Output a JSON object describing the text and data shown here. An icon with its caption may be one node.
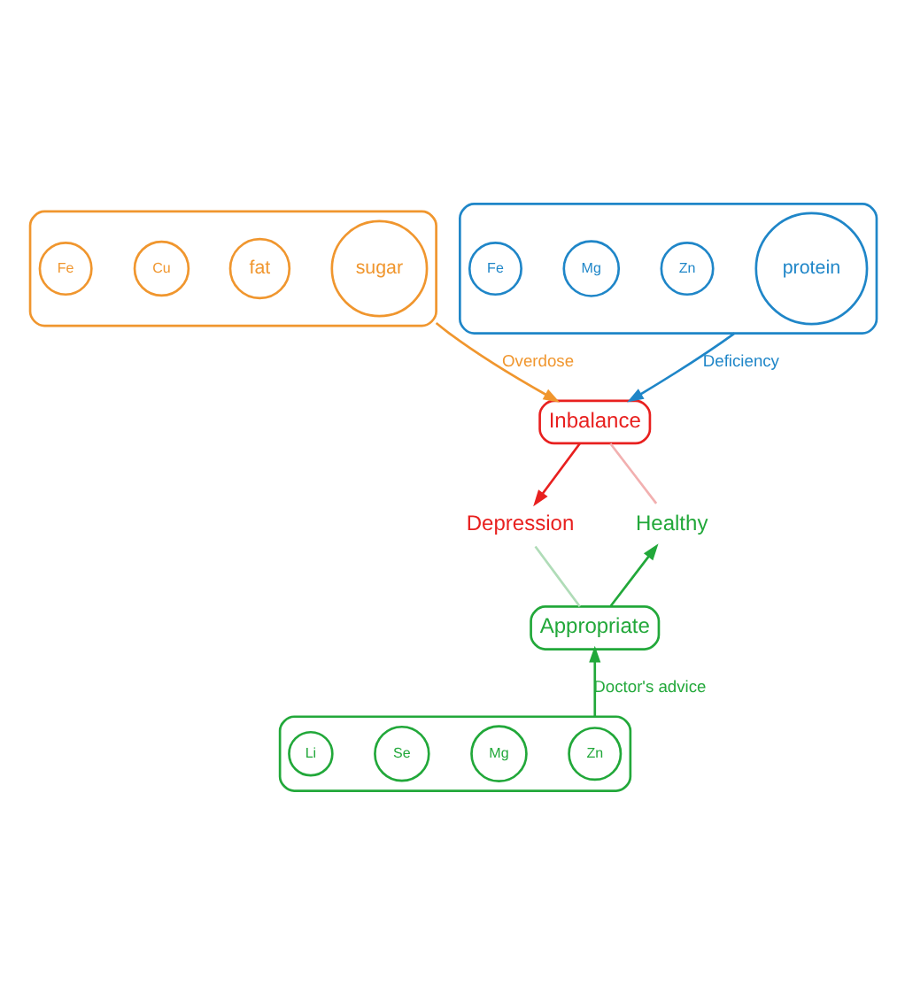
{
  "diagram": {
    "nodes": [
      {
        "text": [],
        "shape": "box"
      },
      {
        "text": [
          "sugar"
        ],
        "in": 0
      },
      {
        "text": [
          "fat"
        ],
        "in": 0
      },
      {
        "text": [
          "Cu"
        ],
        "in": 0
      },
      {
        "text": [
          "Fe"
        ],
        "in": 0
      },
      {
        "text": [],
        "shape": "box"
      },
      {
        "text": [
          "protein"
        ],
        "in": 5
      },
      {
        "text": [
          "Zn"
        ],
        "in": 5
      },
      {
        "text": [
          "Mg"
        ],
        "in": 5
      },
      {
        "text": [
          "Fe"
        ],
        "in": 5
      },
      {
        "text": [
          "Inbalance"
        ]
      },
      {
        "text": [
          "Depression"
        ]
      },
      {
        "text": [
          "Healthy"
        ]
      },
      {
        "text": [
          "Appropriate"
        ]
      },
      {
        "text": [],
        "shape": "box"
      },
      {
        "text": [
          "Zn"
        ],
        "in": 14
      },
      {
        "text": [
          "Mg"
        ],
        "in": 14
      },
      {
        "text": [
          "Se"
        ],
        "in": 14
      },
      {
        "text": [
          "Li"
        ],
        "in": 14
      }
    ],
    "edges": [
      {
        "from": 0,
        "to": 10,
        "arrow": "to",
        "label": "Overdose",
        "color": "#f0962e"
      },
      {
        "from": 5,
        "to": 10,
        "arrow": "to",
        "label": "Deficiency",
        "color": "#1f86c8"
      },
      {
        "from": 10,
        "to": 11,
        "arrow": "to",
        "color": "#e8201f"
      },
      {
        "from": 10,
        "to": 12,
        "arrow": "none",
        "color": "#f2b0b0"
      },
      {
        "from": 11,
        "to": 13,
        "arrow": "none",
        "color": "#b0dcb8"
      },
      {
        "from": 13,
        "to": 12,
        "arrow": "to",
        "color": "#22a83a"
      },
      {
        "from": 14,
        "to": 13,
        "arrow": "to",
        "label": "Doctor's advice",
        "color": "#22a83a"
      }
    ]
  }
}
